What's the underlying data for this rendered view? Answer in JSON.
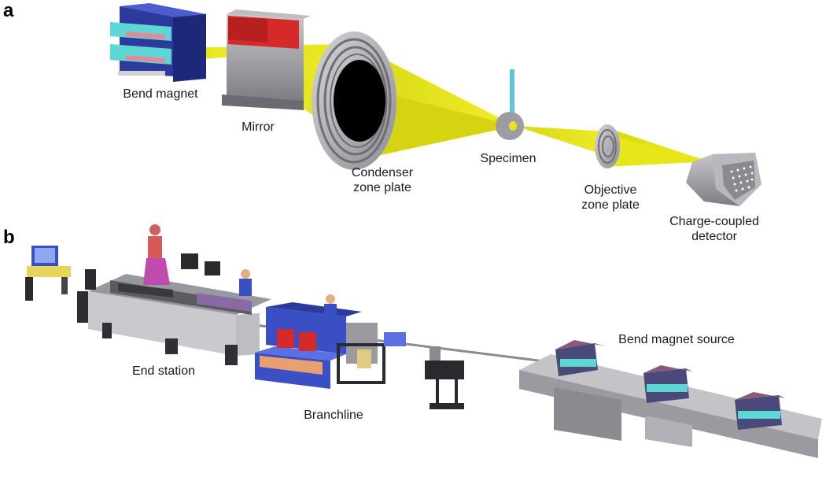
{
  "panels": {
    "a": "a",
    "b": "b"
  },
  "panel_a": {
    "bend_magnet": "Bend magnet",
    "mirror": "Mirror",
    "condenser": [
      "Condenser",
      "zone plate"
    ],
    "specimen": "Specimen",
    "objective": [
      "Objective",
      "zone plate"
    ],
    "ccd": [
      "Charge-coupled",
      "detector"
    ]
  },
  "panel_b": {
    "end_station": "End station",
    "branchline": "Branchline",
    "bend_magnet_source": "Bend magnet source"
  },
  "colors": {
    "beam": "#e6e61a",
    "magnet_blue": "#3a4fc4",
    "magnet_cyan": "#5fd6d6",
    "magnet_red": "#d42a2a",
    "machinery_gray": "#9a9a9e",
    "zone_plate": "#a9a9ad"
  }
}
